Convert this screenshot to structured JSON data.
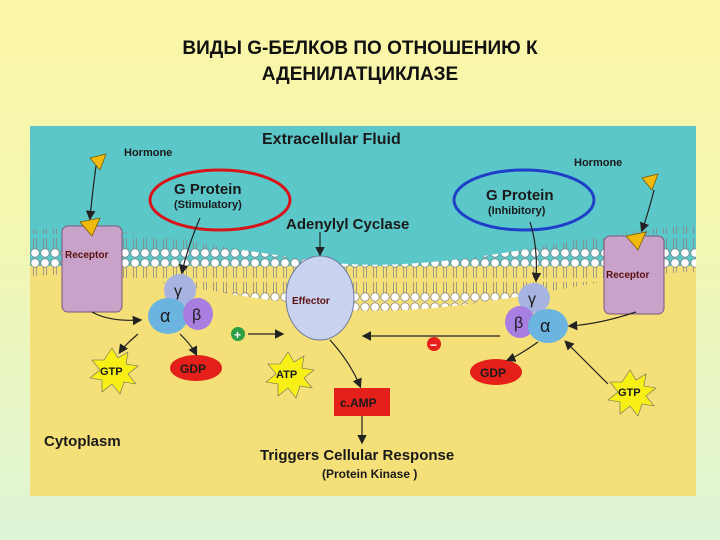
{
  "title": {
    "line1": "ВИДЫ G-БЕЛКОВ ПО ОТНОШЕНИЮ К",
    "line2": "АДЕНИЛАТЦИКЛАЗЕ"
  },
  "diagram": {
    "extracellular_label": "Extracellular Fluid",
    "cytoplasm_label": "Cytoplasm",
    "hormone_left": "Hormone",
    "hormone_right": "Hormone",
    "receptor_left": "Receptor",
    "receptor_right": "Receptor",
    "g_protein_stim_title": "G Protein",
    "g_protein_stim_sub": "(Stimulatory)",
    "g_protein_inh_title": "G Protein",
    "g_protein_inh_sub": "(Inhibitory)",
    "adenylyl_cyclase": "Adenylyl Cyclase",
    "effector": "Effector",
    "alpha": "α",
    "beta": "β",
    "gamma": "γ",
    "gtp_left": "GTP",
    "gdp_left": "GDP",
    "atp": "ATP",
    "gdp_right": "GDP",
    "gtp_right": "GTP",
    "camp": "c.AMP",
    "plus_sign": "+",
    "minus_sign": "−",
    "response_line1": "Triggers Cellular Response",
    "response_line2": "(Protein Kinase )"
  },
  "colors": {
    "extracellular": "#5cc7c9",
    "cytoplasm": "#f4df78",
    "receptor": "#c8a2c8",
    "hormone": "#f2b90f",
    "alpha": "#6cb4e0",
    "beta": "#a87ee0",
    "gamma": "#a7b4e2",
    "gdp": "#e5201b",
    "camp": "#e5201b",
    "starburst": "#f7ef16",
    "plus": "#2ea043",
    "minus": "#e5201b",
    "stim_circle": "#d8141b",
    "inh_circle": "#1f3fc8"
  }
}
